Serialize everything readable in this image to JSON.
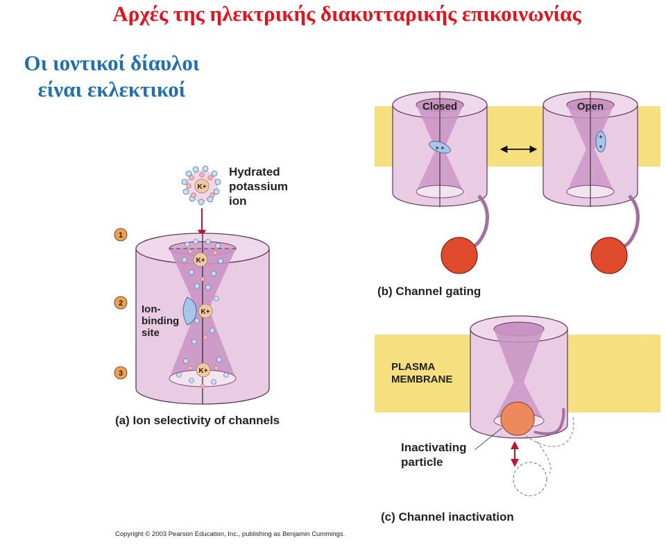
{
  "title": "Αρχές της ηλεκτρικής διακυτταρικής επικοινωνίας",
  "subtitle": {
    "line1": "Οι ιοντικοί δίαυλοι",
    "line2": "είναι εκλεκτικοί"
  },
  "panel_a": {
    "hydrated_label": [
      "Hydrated",
      "potassium",
      "ion"
    ],
    "ion_symbol": "K+",
    "steps": [
      "1",
      "2",
      "3"
    ],
    "binding_label": [
      "Ion-",
      "binding",
      "site"
    ],
    "caption": "(a) Ion selectivity of channels"
  },
  "panel_b": {
    "closed_label": "Closed",
    "open_label": "Open",
    "caption": "(b) Channel gating"
  },
  "panel_c": {
    "membrane_label": [
      "PLASMA",
      "MEMBRANE"
    ],
    "particle_label": [
      "Inactivating",
      "particle"
    ],
    "caption": "(c) Channel inactivation"
  },
  "credit": "Copyright © 2003 Pearson Education, Inc., publishing as Benjamin Cummings.",
  "colors": {
    "title": "#e8111a",
    "subtitle": "#1f6fb2",
    "membrane": "#f6df7e",
    "channel": "#e7c9e1",
    "funnel": "#c990c3",
    "ball": "#e04a2c",
    "step_badge": "#f0a04a",
    "ion": "#f6c8a0",
    "arrow_red": "#c8102e"
  }
}
